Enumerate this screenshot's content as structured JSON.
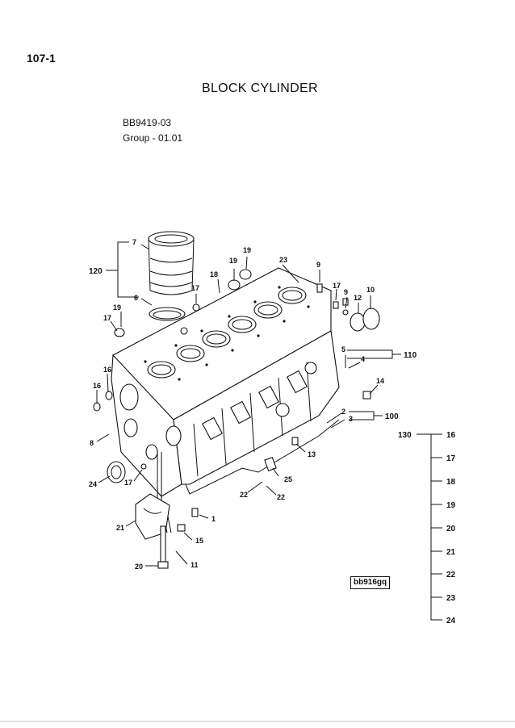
{
  "header": {
    "page_number": "107-1",
    "title": "BLOCK CYLINDER",
    "part_code": "BB9419-03",
    "group_code": "Group - 01.01"
  },
  "diagram": {
    "reference_id": "bb916gq",
    "callouts": {
      "c7": "7",
      "c6": "6",
      "c120": "120",
      "c18": "18",
      "c19a": "19",
      "c19b": "19",
      "c17a": "17",
      "c23": "23",
      "c9a": "9",
      "c17b": "17",
      "c9b": "9",
      "c12": "12",
      "c10": "10",
      "c19c": "19",
      "c17c": "17",
      "c5": "5",
      "c4": "4",
      "c110": "110",
      "c16a": "16",
      "c16b": "16",
      "c14": "14",
      "c2": "2",
      "c3": "3",
      "c100": "100",
      "c8": "8",
      "c13": "13",
      "c24": "24",
      "c17d": "17",
      "c25": "25",
      "c22a": "22",
      "c22b": "22",
      "c1": "1",
      "c21": "21",
      "c15": "15",
      "c11": "11",
      "c20": "20"
    },
    "kit_130": {
      "label": "130",
      "items": [
        "16",
        "17",
        "18",
        "19",
        "20",
        "21",
        "22",
        "23",
        "24"
      ]
    }
  }
}
